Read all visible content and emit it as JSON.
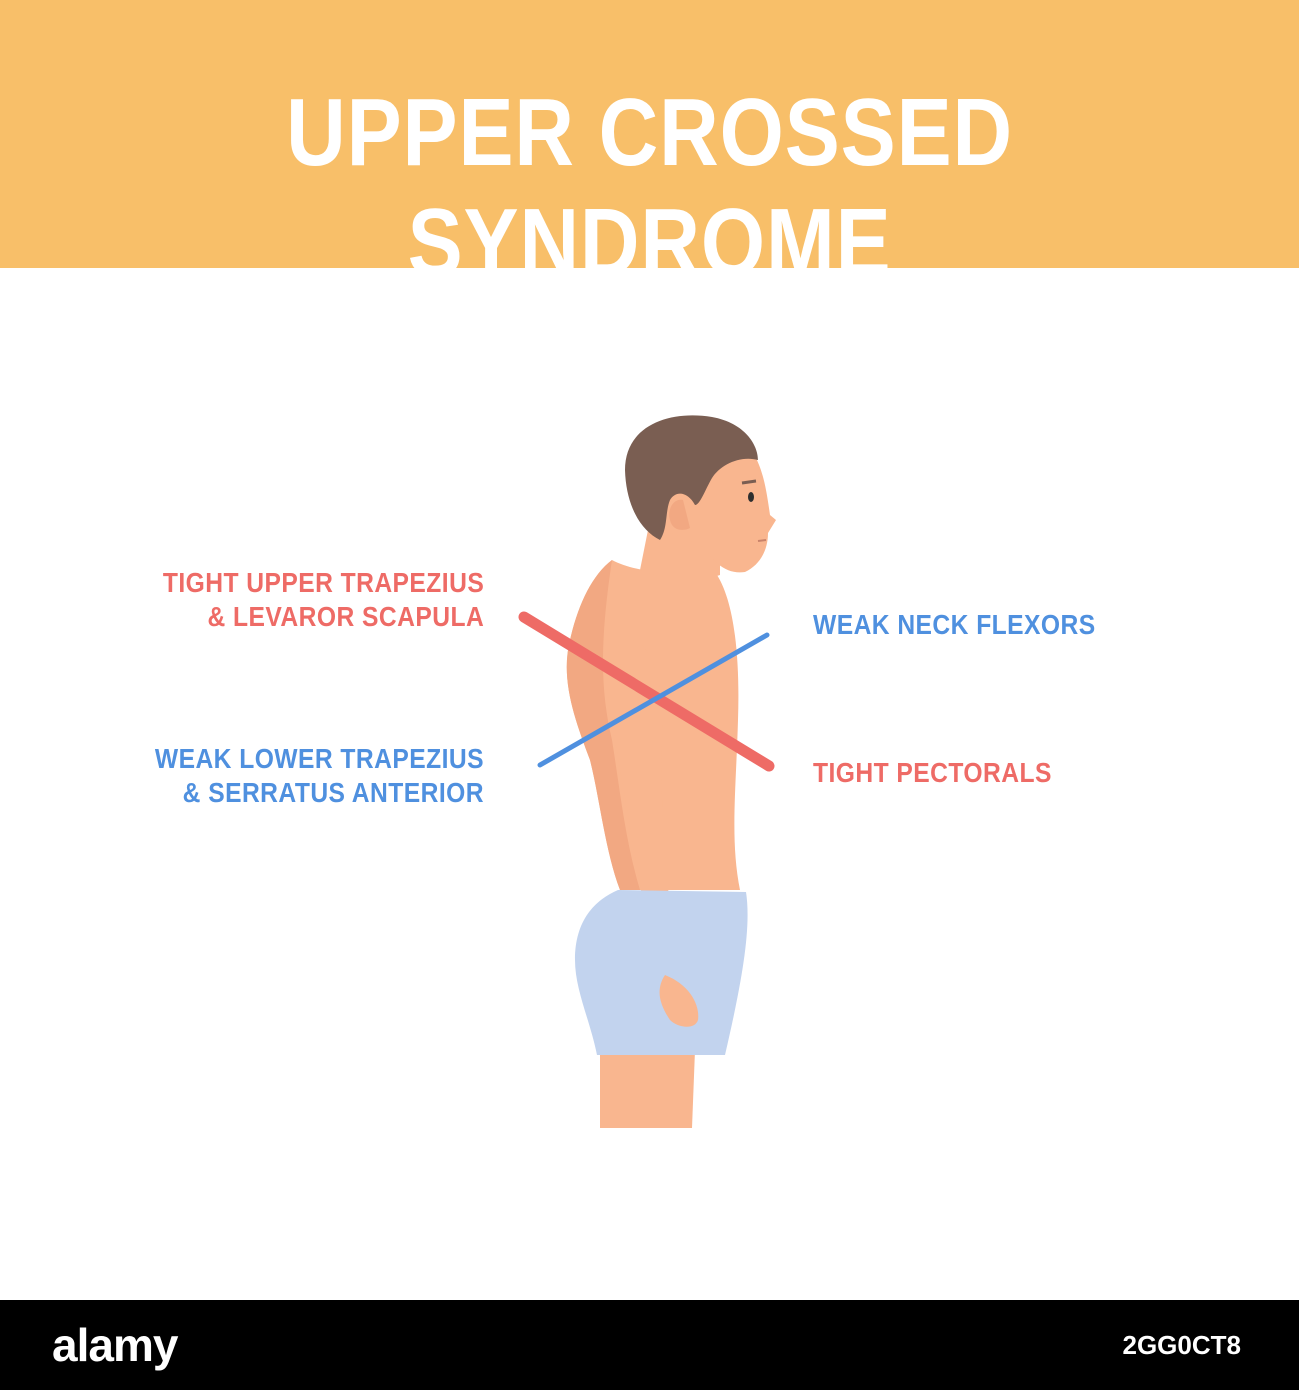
{
  "title": "UPPER CROSSED SYNDROME",
  "labels": {
    "tight_upper_line1": "TIGHT UPPER TRAPEZIUS",
    "tight_upper_line2": "& LEVAROR SCAPULA",
    "weak_neck": "WEAK NECK FLEXORS",
    "weak_lower_line1": "WEAK LOWER TRAPEZIUS",
    "weak_lower_line2": "& SERRATUS ANTERIOR",
    "tight_pectorals": "TIGHT PECTORALS"
  },
  "footer": {
    "logo": "alamy",
    "image_id": "2GG0CT8"
  },
  "colors": {
    "banner": "#f8bf69",
    "tight": "#ee6b66",
    "weak": "#4f90df",
    "skin": "#f9b68f",
    "hair": "#7a5e52",
    "shorts": "#c2d3ee"
  }
}
